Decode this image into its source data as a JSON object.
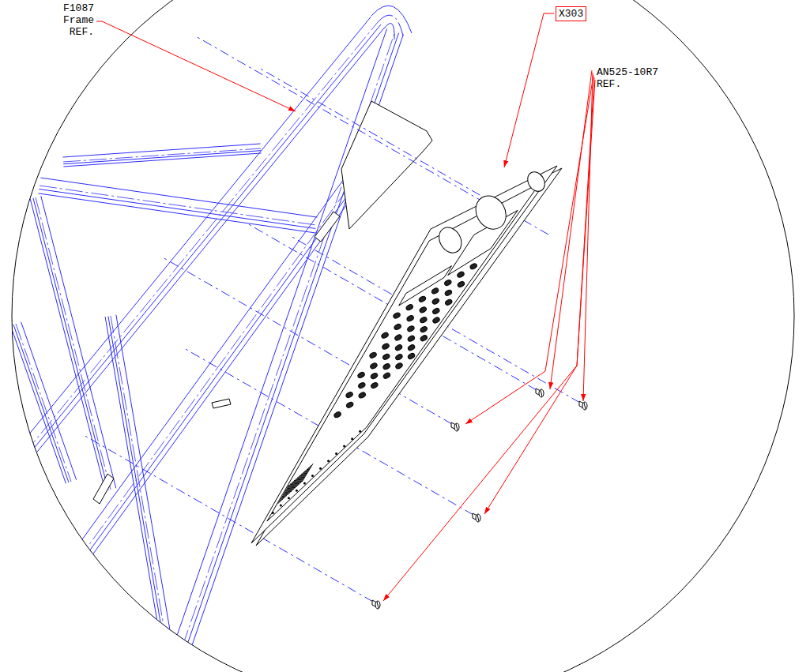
{
  "diagram": {
    "nodes": [
      {
        "text": [
          "X303"
        ]
      }
    ],
    "labels": [
      "F1087 Frame REF.",
      "AN525-10R7 REF."
    ]
  }
}
